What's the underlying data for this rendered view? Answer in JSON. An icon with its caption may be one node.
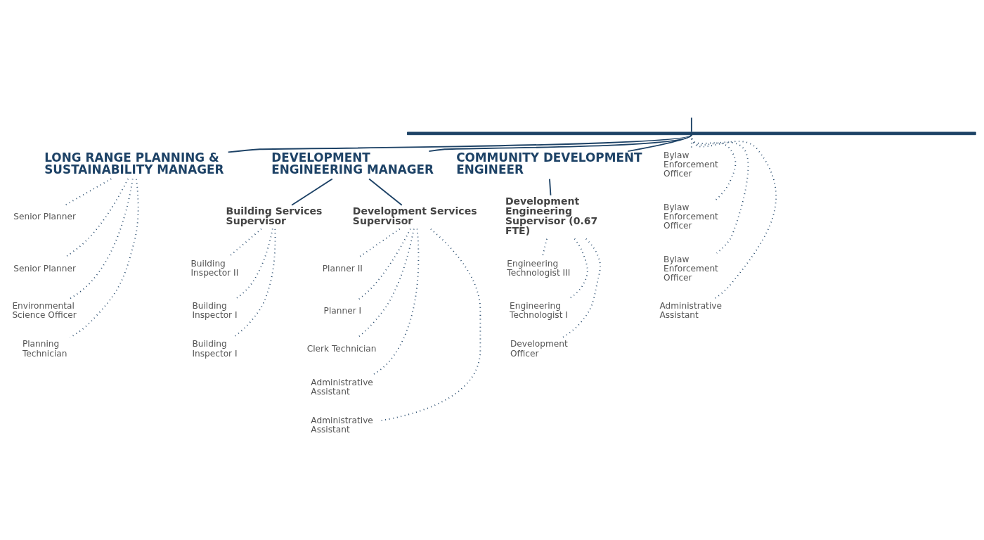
{
  "diagram": {
    "nodes": [
      {
        "text": [],
        "shape": "bar"
      },
      {
        "text": [
          "LONG RANGE PLANNING & SUSTAINABILITY MANAGER"
        ]
      },
      {
        "text": [
          "DEVELOPMENT ENGINEERING MANAGER"
        ]
      },
      {
        "text": [
          "COMMUNITY DEVELOPMENT ENGINEER"
        ]
      },
      {
        "text": [
          "Building Services Supervisor"
        ]
      },
      {
        "text": [
          "Development Services Supervisor"
        ]
      },
      {
        "text": [
          "Development Engineering Supervisor (0.67 FTE)"
        ]
      },
      {
        "text": [
          "Senior Planner"
        ]
      },
      {
        "text": [
          "Senior Planner"
        ]
      },
      {
        "text": [
          "Environmental Science Officer"
        ]
      },
      {
        "text": [
          "Planning Technician"
        ]
      },
      {
        "text": [
          "Building Inspector II"
        ]
      },
      {
        "text": [
          "Building Inspector I"
        ]
      },
      {
        "text": [
          "Building Inspector I"
        ]
      },
      {
        "text": [
          "Planner II"
        ]
      },
      {
        "text": [
          "Planner I"
        ]
      },
      {
        "text": [
          "Clerk Technician"
        ]
      },
      {
        "text": [
          "Administrative Assistant"
        ]
      },
      {
        "text": [
          "Administrative Assistant"
        ]
      },
      {
        "text": [
          "Engineering Technologist III"
        ]
      },
      {
        "text": [
          "Engineering Technologist I"
        ]
      },
      {
        "text": [
          "Development Officer"
        ]
      },
      {
        "text": [
          "Bylaw Enforcement Officer"
        ]
      },
      {
        "text": [
          "Bylaw Enforcement Officer"
        ]
      },
      {
        "text": [
          "Bylaw Enforcement Officer"
        ]
      },
      {
        "text": [
          "Administrative Assistant"
        ]
      }
    ],
    "edges": [
      {
        "from": null,
        "to": 0,
        "arrow": "none"
      },
      {
        "from": 0,
        "to": 1,
        "arrow": "none"
      },
      {
        "from": 0,
        "to": 2,
        "arrow": "none"
      },
      {
        "from": 0,
        "to": 3,
        "arrow": "none"
      },
      {
        "from": 2,
        "to": 4,
        "arrow": "none"
      },
      {
        "from": 2,
        "to": 5,
        "arrow": "none"
      },
      {
        "from": 3,
        "to": 6,
        "arrow": "none"
      },
      {
        "from": 1,
        "to": 7,
        "arrow": "none",
        "style": "dashed"
      },
      {
        "from": 1,
        "to": 8,
        "arrow": "none",
        "style": "dashed"
      },
      {
        "from": 1,
        "to": 9,
        "arrow": "none",
        "style": "dashed"
      },
      {
        "from": 1,
        "to": 10,
        "arrow": "none",
        "style": "dashed"
      },
      {
        "from": 4,
        "to": 11,
        "arrow": "none",
        "style": "dashed"
      },
      {
        "from": 4,
        "to": 12,
        "arrow": "none",
        "style": "dashed"
      },
      {
        "from": 4,
        "to": 13,
        "arrow": "none",
        "style": "dashed"
      },
      {
        "from": 5,
        "to": 14,
        "arrow": "none",
        "style": "dashed"
      },
      {
        "from": 5,
        "to": 15,
        "arrow": "none",
        "style": "dashed"
      },
      {
        "from": 5,
        "to": 16,
        "arrow": "none",
        "style": "dashed"
      },
      {
        "from": 5,
        "to": 17,
        "arrow": "none",
        "style": "dashed"
      },
      {
        "from": 5,
        "to": 18,
        "arrow": "none",
        "style": "dashed"
      },
      {
        "from": 6,
        "to": 19,
        "arrow": "none",
        "style": "dashed"
      },
      {
        "from": 6,
        "to": 20,
        "arrow": "none",
        "style": "dashed"
      },
      {
        "from": 6,
        "to": 21,
        "arrow": "none",
        "style": "dashed"
      },
      {
        "from": 0,
        "to": 22,
        "arrow": "none",
        "style": "dashed"
      },
      {
        "from": 0,
        "to": 23,
        "arrow": "none",
        "style": "dashed"
      },
      {
        "from": 0,
        "to": 24,
        "arrow": "none",
        "style": "dashed"
      },
      {
        "from": 0,
        "to": 25,
        "arrow": "none",
        "style": "dashed"
      }
    ]
  }
}
